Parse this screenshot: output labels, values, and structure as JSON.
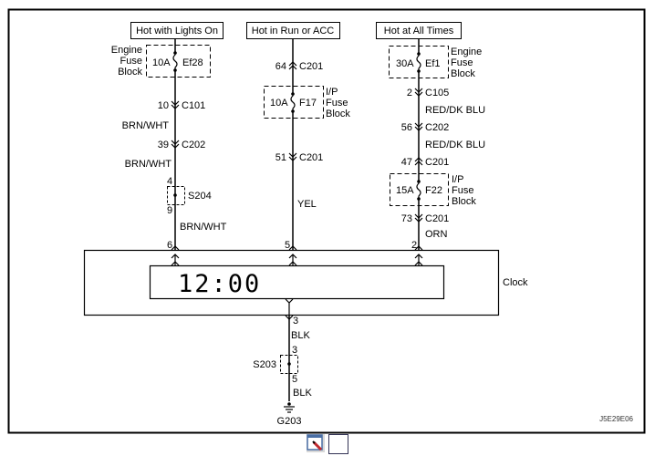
{
  "diagram": {
    "power_sources": [
      {
        "label": "Hot with Lights On"
      },
      {
        "label": "Hot in Run or ACC"
      },
      {
        "label": "Hot at All Times"
      }
    ],
    "circuit_left": {
      "fuse": {
        "rating": "10A",
        "name": "Ef28",
        "block": [
          "Engine",
          "Fuse",
          "Block"
        ]
      },
      "connectors": [
        {
          "pin": "10",
          "name": "C101"
        },
        {
          "pin": "39",
          "name": "C202"
        }
      ],
      "wires": [
        "BRN/WHT",
        "BRN/WHT",
        "BRN/WHT"
      ],
      "splice": {
        "name": "S204",
        "pin_in": "4",
        "pin_out": "9"
      },
      "module_pin": "6"
    },
    "circuit_middle": {
      "connector_top": {
        "pin": "64",
        "name": "C201"
      },
      "fuse": {
        "rating": "10A",
        "name": "F17",
        "block": [
          "I/P",
          "Fuse",
          "Block"
        ]
      },
      "connector_bottom": {
        "pin": "51",
        "name": "C201"
      },
      "wire": "YEL",
      "module_pin": "5"
    },
    "circuit_right": {
      "fuse1": {
        "rating": "30A",
        "name": "Ef1",
        "block": [
          "Engine",
          "Fuse",
          "Block"
        ]
      },
      "connectors": [
        {
          "pin": "2",
          "name": "C105"
        },
        {
          "pin": "56",
          "name": "C202"
        },
        {
          "pin": "47",
          "name": "C201"
        },
        {
          "pin": "73",
          "name": "C201"
        }
      ],
      "wires": [
        "RED/DK BLU",
        "RED/DK BLU",
        "ORN"
      ],
      "fuse2": {
        "rating": "15A",
        "name": "F22",
        "block": [
          "I/P",
          "Fuse",
          "Block"
        ]
      },
      "module_pin": "2"
    },
    "module": {
      "label": "Clock",
      "display": "12:00"
    },
    "ground": {
      "module_pin": "3",
      "wires": [
        "BLK",
        "BLK"
      ],
      "splice": {
        "name": "S203",
        "pin_in": "3",
        "pin_out": "5"
      },
      "ground_name": "G203"
    },
    "figure_id": "J5E29E06"
  },
  "toolbar": {
    "zoom_icon": "magnifier-plus-icon",
    "window_icon": "window-pen-icon"
  }
}
